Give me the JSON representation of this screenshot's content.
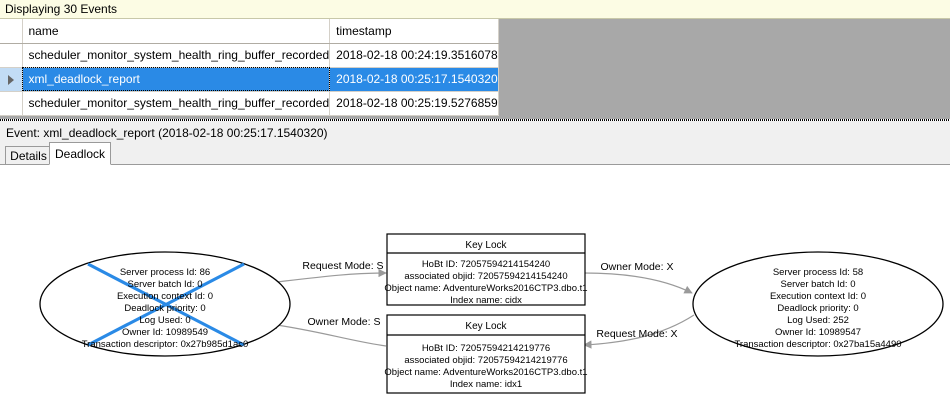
{
  "banner": {
    "text": "Displaying 30 Events"
  },
  "grid": {
    "columns": [
      "",
      "name",
      "timestamp"
    ],
    "rows": [
      {
        "selector": "",
        "name": "scheduler_monitor_system_health_ring_buffer_recorded",
        "timestamp": "2018-02-18 00:24:19.3516078",
        "selected": false
      },
      {
        "selector": "row-arrow-icon",
        "name": "xml_deadlock_report",
        "timestamp": "2018-02-18 00:25:17.1540320",
        "selected": true
      },
      {
        "selector": "",
        "name": "scheduler_monitor_system_health_ring_buffer_recorded",
        "timestamp": "2018-02-18 00:25:19.5276859",
        "selected": false
      }
    ]
  },
  "event_label": {
    "text": "Event: xml_deadlock_report (2018-02-18 00:25:17.1540320)"
  },
  "tabs": [
    {
      "label": "Details",
      "active": false
    },
    {
      "label": "Deadlock",
      "active": true
    }
  ],
  "deadlock_graph": {
    "victim_color": "#2a8ae6",
    "processes": [
      {
        "id": "process-left",
        "victim": true,
        "lines": [
          "Server process Id: 86",
          "Server batch Id: 0",
          "Execution context Id: 0",
          "Deadlock priority: 0",
          "Log Used: 0",
          "Owner Id: 10989549",
          "Transaction descriptor: 0x27b985d1ac0"
        ]
      },
      {
        "id": "process-right",
        "victim": false,
        "lines": [
          "Server process Id: 58",
          "Server batch Id: 0",
          "Execution context Id: 0",
          "Deadlock priority: 0",
          "Log Used: 252",
          "Owner Id: 10989547",
          "Transaction descriptor: 0x27ba15a4490"
        ]
      }
    ],
    "resources": [
      {
        "id": "keylock-top",
        "title": "Key Lock",
        "lines": [
          "HoBt ID: 72057594214154240",
          "associated objid: 72057594214154240",
          "Object name: AdventureWorks2016CTP3.dbo.t1",
          "Index name: cidx"
        ]
      },
      {
        "id": "keylock-bottom",
        "title": "Key Lock",
        "lines": [
          "HoBt ID: 72057594214219776",
          "associated objid: 72057594214219776",
          "Object name: AdventureWorks2016CTP3.dbo.t1",
          "Index name: idx1"
        ]
      }
    ],
    "edges": [
      {
        "id": "edge-left-request-top",
        "label": "Request Mode: S"
      },
      {
        "id": "edge-top-owner-right",
        "label": "Owner Mode: X"
      },
      {
        "id": "edge-bottom-owner-left",
        "label": "Owner Mode: S"
      },
      {
        "id": "edge-right-request-bottom",
        "label": "Request Mode: X"
      }
    ]
  }
}
